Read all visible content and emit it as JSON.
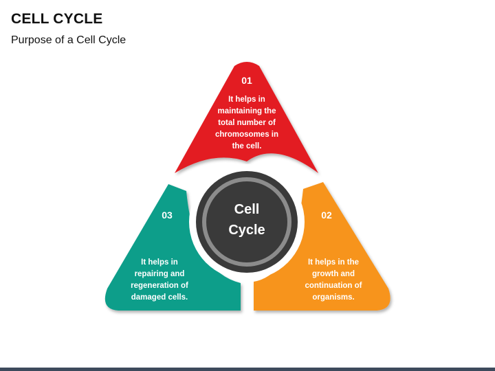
{
  "header": {
    "title": "CELL CYCLE",
    "subtitle": "Purpose of a Cell Cycle"
  },
  "center": {
    "line1": "Cell",
    "line2": "Cycle"
  },
  "segments": [
    {
      "number": "01",
      "lines": [
        "It helps in",
        "maintaining the",
        "total number of",
        "chromosomes in",
        "the cell."
      ],
      "color": "#e31e24"
    },
    {
      "number": "02",
      "lines": [
        "It helps in the",
        "growth and",
        "continuation of",
        "organisms."
      ],
      "color": "#f7941d"
    },
    {
      "number": "03",
      "lines": [
        "It helps in",
        "repairing and",
        "regeneration of",
        "damaged cells."
      ],
      "color": "#0e9e8a"
    }
  ],
  "colors": {
    "center_fill": "#3a3a3a",
    "center_ring": "#8c8c8c"
  }
}
